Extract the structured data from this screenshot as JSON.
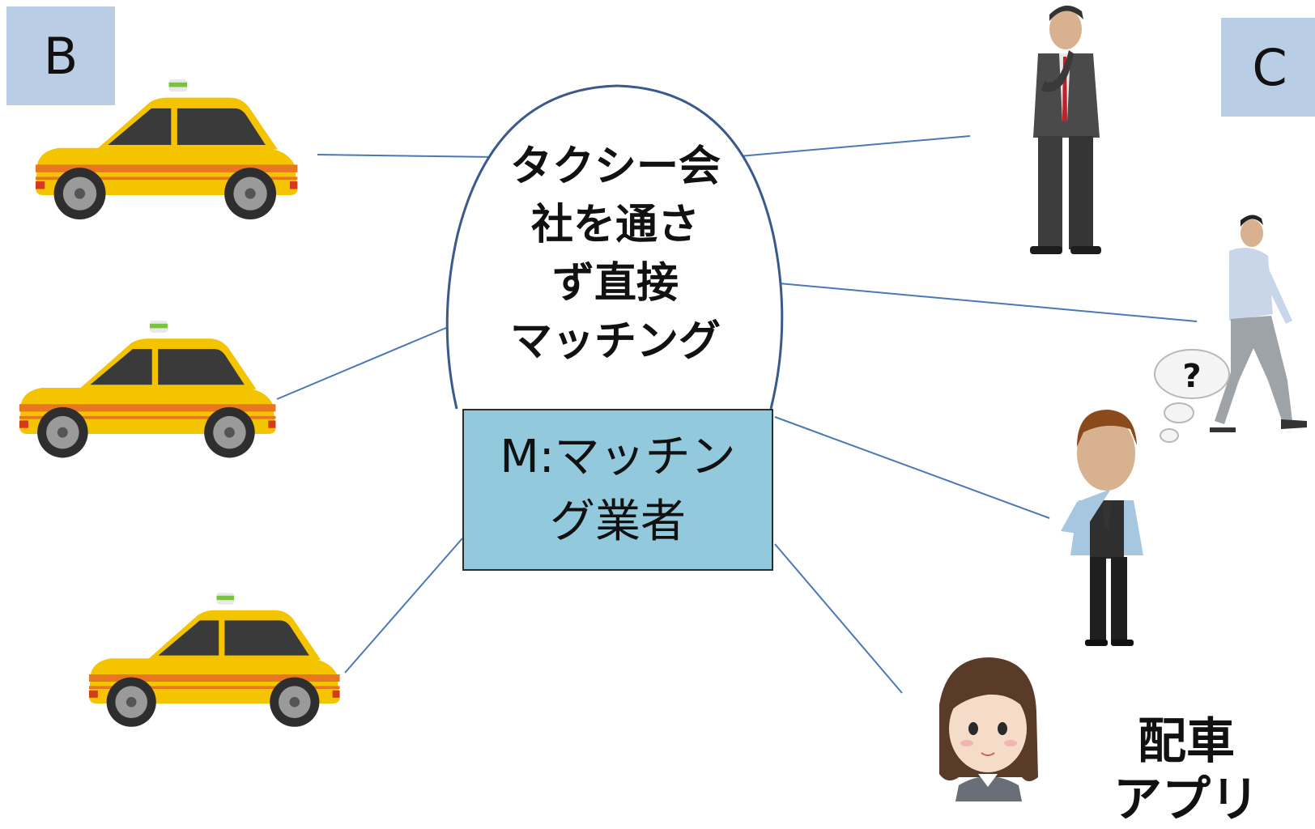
{
  "labels": {
    "b": "B",
    "c": "C"
  },
  "center": {
    "oval_text": "タクシー会\n社を通さ\nず直接\nマッチング",
    "box_text": "M:マッチン\nグ業者"
  },
  "app_label": "配車\nアプリ",
  "thought_text": "?",
  "colors": {
    "label_fill": "#b9cde4",
    "box_fill": "#92c9dc",
    "connector": "#4a78b8",
    "oval_stroke": "#3b5a8c",
    "taxi_body": "#f5c400",
    "taxi_stripe": "#e87722"
  }
}
